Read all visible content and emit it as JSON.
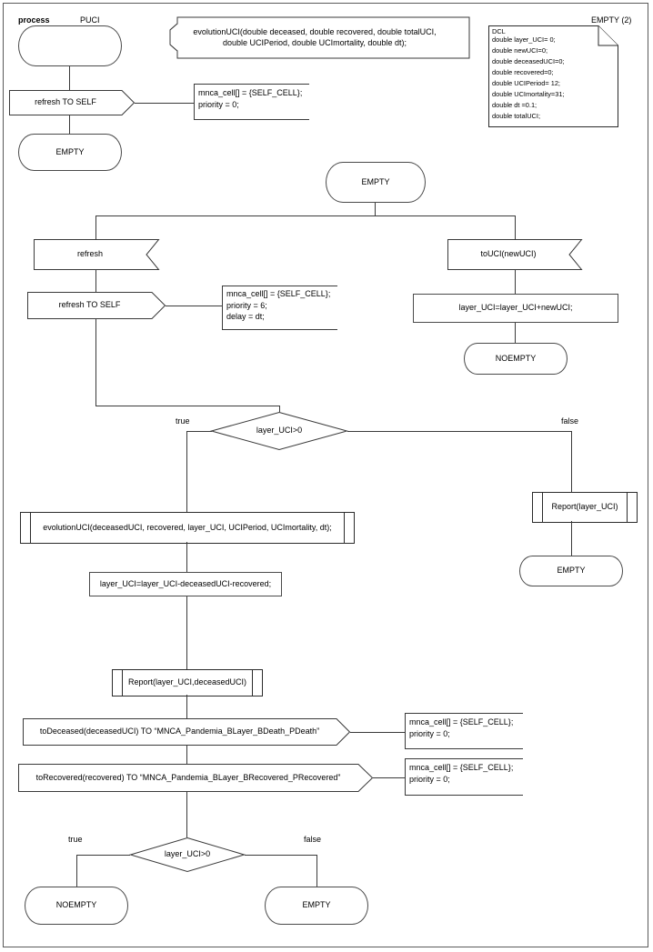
{
  "diagram": {
    "type": "SDL process diagram",
    "header": {
      "keyword": "process",
      "process_name": "PUCI",
      "page_label": "EMPTY (2)"
    },
    "procedure_declaration": {
      "line1": "evolutionUCI(double deceased, double recovered, double totalUCI,",
      "line2": "double UCIPeriod, double UCImortality, double dt);"
    },
    "dcl_block": {
      "title": "DCL",
      "lines": [
        "double layer_UCI= 0;",
        "double newUCI=0;",
        "double deceasedUCI=0;",
        "double recovered=0;",
        "double UCIPeriod= 12;",
        "double UCImortality=31;",
        "double dt =0.1;",
        "double totalUCI;"
      ]
    },
    "nodes": {
      "start_state": "",
      "out_refresh_self_1": "refresh TO SELF",
      "note_1_line1": "mnca_cell[] = {SELF_CELL};",
      "note_1_line2": "priority = 0;",
      "state_empty_1": "EMPTY",
      "state_empty_2": "EMPTY",
      "in_refresh": "refresh",
      "out_refresh_self_2": "refresh TO SELF",
      "note_2_line1": "mnca_cell[] = {SELF_CELL};",
      "note_2_line2": "priority = 6;",
      "note_2_line3": "delay = dt;",
      "in_toUCI": "toUCI(newUCI)",
      "task_layer_add": "layer_UCI=layer_UCI+newUCI;",
      "state_noempty_1": "NOEMPTY",
      "decision_1": "layer_UCI>0",
      "decision_1_true": "true",
      "decision_1_false": "false",
      "call_evolutionUCI": "evolutionUCI(deceasedUCI, recovered, layer_UCI, UCIPeriod, UCImortality, dt);",
      "task_layer_sub": "layer_UCI=layer_UCI-deceasedUCI-recovered;",
      "call_report_1": "Report(layer_UCI)",
      "state_empty_3": "EMPTY",
      "call_report_2": "Report(layer_UCI,deceasedUCI)",
      "out_toDeceased": "toDeceased(deceasedUCI) TO “MNCA_Pandemia_BLayer_BDeath_PDeath”",
      "note_3_line1": "mnca_cell[] = {SELF_CELL};",
      "note_3_line2": "priority = 0;",
      "out_toRecovered": "toRecovered(recovered) TO “MNCA_Pandemia_BLayer_BRecovered_PRecovered”",
      "note_4_line1": "mnca_cell[] = {SELF_CELL};",
      "note_4_line2": "priority = 0;",
      "decision_2": "layer_UCI>0",
      "decision_2_true": "true",
      "decision_2_false": "false",
      "state_noempty_2": "NOEMPTY",
      "state_empty_4": "EMPTY"
    },
    "colors": {
      "stroke": "#3a3a3a",
      "background": "#ffffff",
      "text": "#000000"
    }
  }
}
